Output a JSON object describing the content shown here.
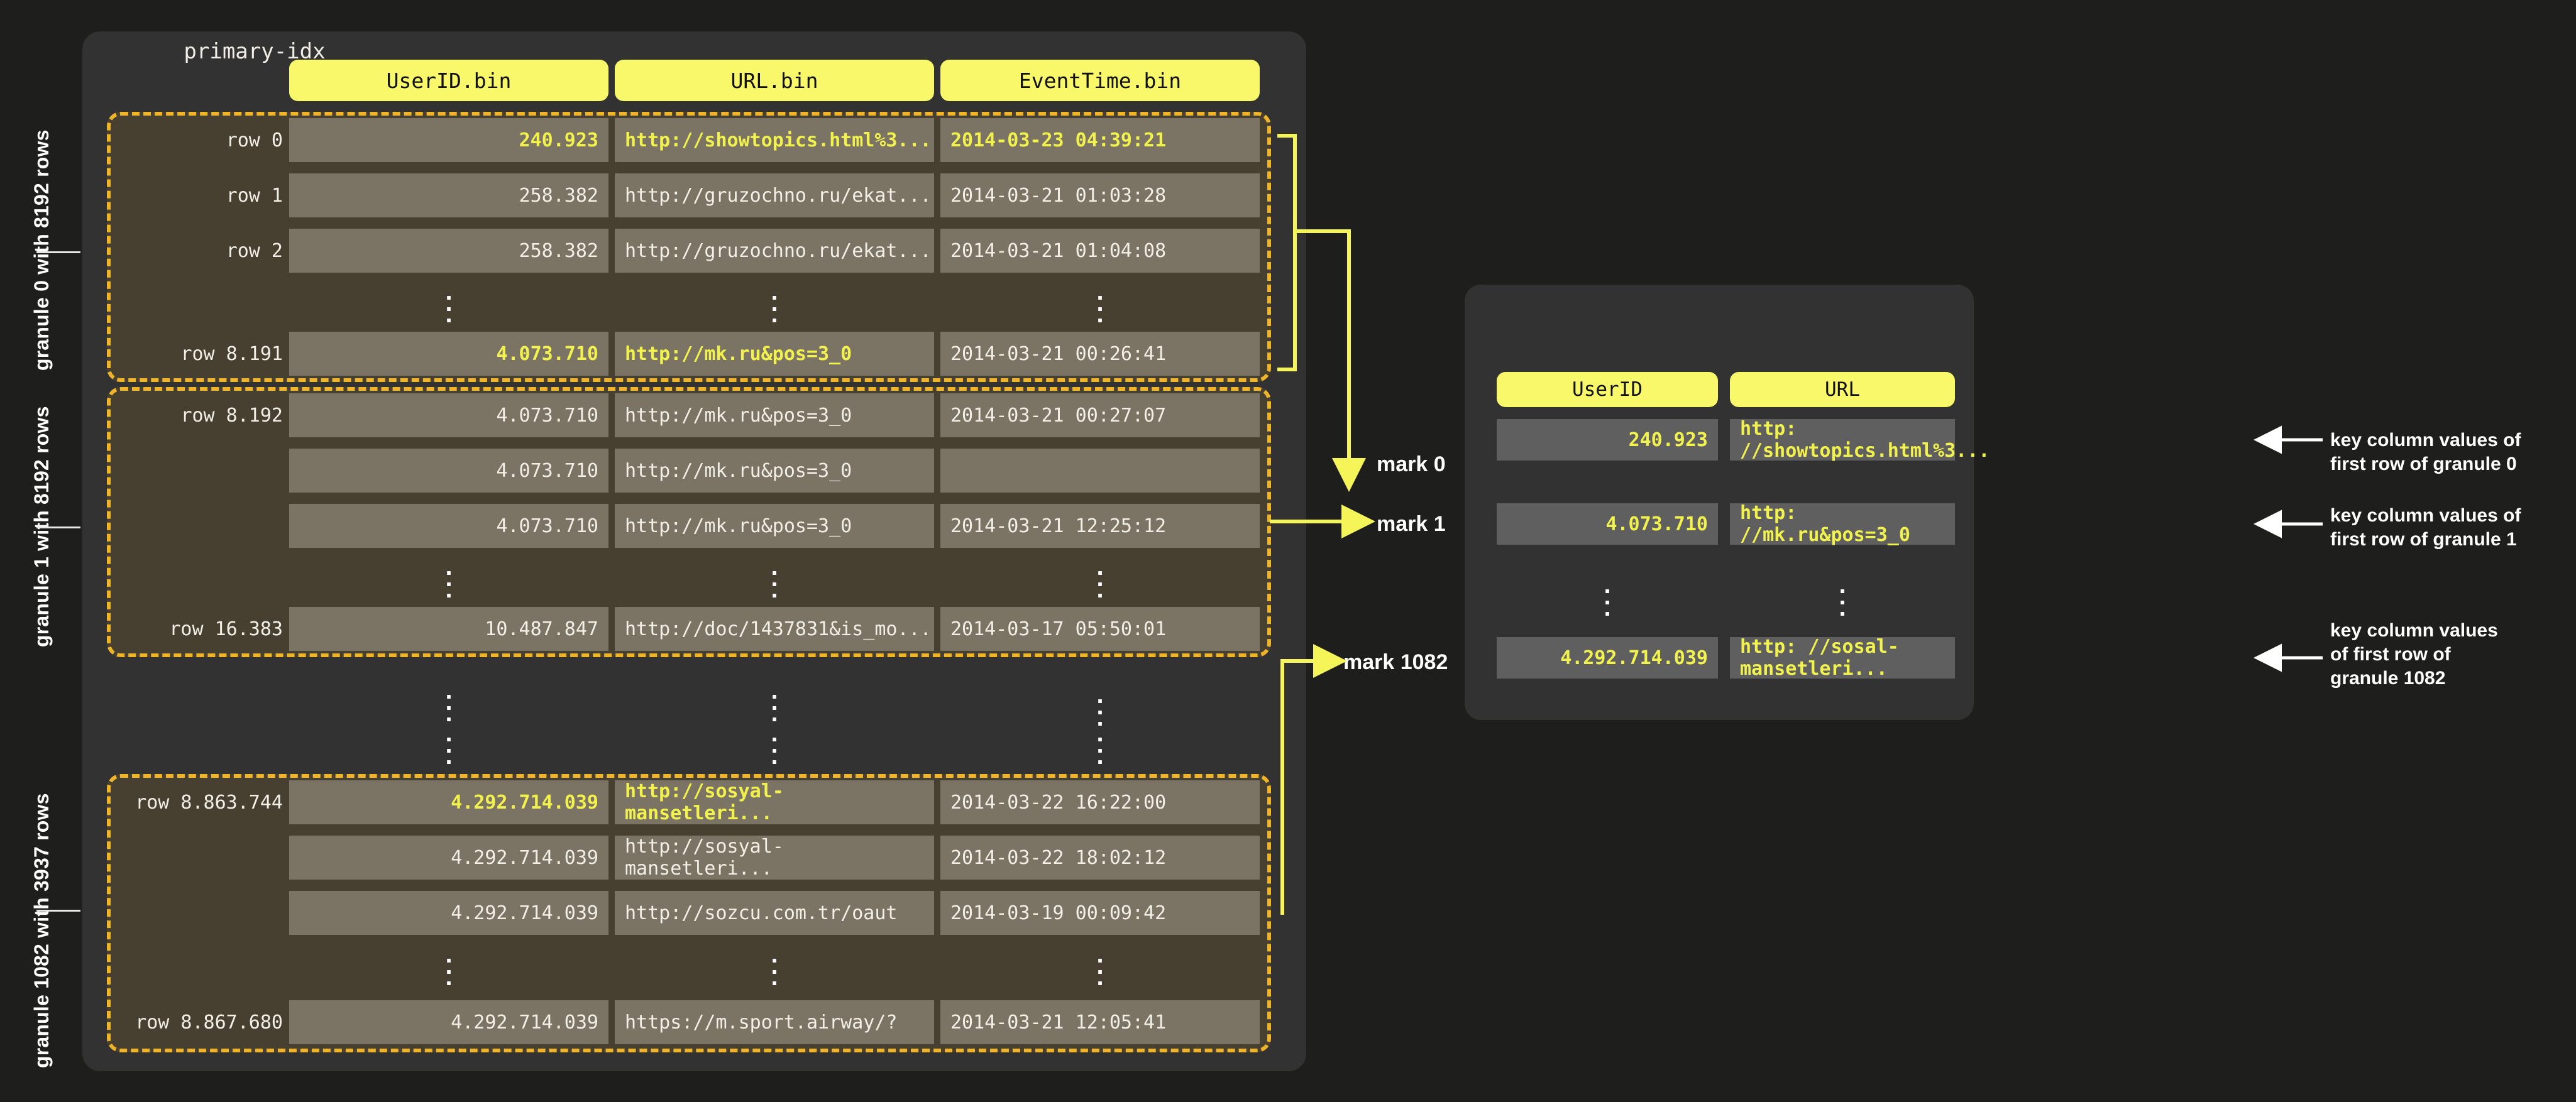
{
  "columns": {
    "headers": [
      "UserID.bin",
      "URL.bin",
      "EventTime.bin"
    ]
  },
  "granule_labels": [
    "granule 0 with  8192 rows",
    "granule 1 with  8192 rows",
    "granule 1082  with  3937 rows"
  ],
  "granule0": {
    "rows": [
      {
        "label": "row 0",
        "userid": "240.923",
        "url": "http://showtopics.html%3...",
        "time": "2014-03-23 04:39:21",
        "highlight": true
      },
      {
        "label": "row 1",
        "userid": "258.382",
        "url": "http://gruzochno.ru/ekat...",
        "time": "2014-03-21 01:03:28",
        "highlight": false
      },
      {
        "label": "row 2",
        "userid": "258.382",
        "url": "http://gruzochno.ru/ekat...",
        "time": "2014-03-21 01:04:08",
        "highlight": false
      },
      {
        "label": "row 8.191",
        "userid": "4.073.710",
        "url": "http://mk.ru&pos=3_0",
        "time": "2014-03-21 00:26:41",
        "highlight": true
      }
    ]
  },
  "granule1": {
    "rows": [
      {
        "label": "row 8.192",
        "userid": "4.073.710",
        "url": "http://mk.ru&pos=3_0",
        "time": "2014-03-21 00:27:07",
        "highlight": false
      },
      {
        "label": "",
        "userid": "4.073.710",
        "url": "http://mk.ru&pos=3_0",
        "time": "",
        "highlight": false
      },
      {
        "label": "",
        "userid": "4.073.710",
        "url": "http://mk.ru&pos=3_0",
        "time": "2014-03-21 12:25:12",
        "highlight": false
      },
      {
        "label": "row 16.383",
        "userid": "10.487.847",
        "url": "http://doc/1437831&is_mo...",
        "time": "2014-03-17 05:50:01",
        "highlight": false
      }
    ]
  },
  "granule1082": {
    "rows": [
      {
        "label": "row 8.863.744",
        "userid": "4.292.714.039",
        "url": "http://sosyal-mansetleri...",
        "time": "2014-03-22 16:22:00",
        "highlight": true
      },
      {
        "label": "",
        "userid": "4.292.714.039",
        "url": "http://sosyal-mansetleri...",
        "time": "2014-03-22 18:02:12",
        "highlight": false
      },
      {
        "label": "",
        "userid": "4.292.714.039",
        "url": "http://sozcu.com.tr/oaut",
        "time": "2014-03-19 00:09:42",
        "highlight": false
      },
      {
        "label": "row 8.867.680",
        "userid": "4.292.714.039",
        "url": "https://m.sport.airway/?",
        "time": "2014-03-21 12:05:41",
        "highlight": false
      }
    ]
  },
  "marks": [
    "mark 0",
    "mark 1",
    "mark 1082"
  ],
  "index": {
    "title": "primary-idx",
    "headers": [
      "UserID",
      "URL"
    ],
    "rows": [
      {
        "userid": "240.923",
        "url": "http: //showtopics.html%3..."
      },
      {
        "userid": "4.073.710",
        "url": "http: //mk.ru&pos=3_0"
      },
      {
        "userid": "4.292.714.039",
        "url": "http: //sosal-mansetleri..."
      }
    ]
  },
  "notes": [
    "key column values of\nfirst row of granule 0",
    "key column values of\nfirst row of granule 1",
    "key column values\nof first row of\ngranule 1082"
  ],
  "colors": {
    "accent_yellow": "#f8f86a",
    "dash_orange": "#f0b429",
    "panel_bg": "#323232",
    "granule_bg": "#474030",
    "cell_bg": "#7b7363",
    "page_bg": "#1e1f1c"
  }
}
